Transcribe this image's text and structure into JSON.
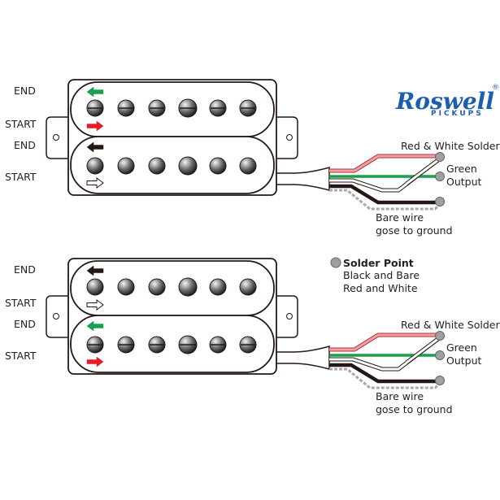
{
  "brand": {
    "name": "Roswell",
    "sub": "PICKUPS",
    "registered": "®",
    "color": "#1d5fae"
  },
  "pickups": [
    {
      "id": "top",
      "coil_labels": [
        "END",
        "START",
        "END",
        "START"
      ],
      "upper_coil": {
        "poles": "slotted",
        "end_arrow_color": "#1aa04a",
        "start_arrow_color": "#e51c24"
      },
      "lower_coil": {
        "poles": "round",
        "end_arrow_color": "#231815",
        "start_arrow_color": "#ffffff"
      },
      "wiring": {
        "red_white_label": "Red & White Solder",
        "green_label_1": "Green",
        "green_label_2": "Output",
        "bare_label_1": "Bare wire",
        "bare_label_2": "gose to ground"
      }
    },
    {
      "id": "bottom",
      "coil_labels": [
        "END",
        "START",
        "END",
        "START"
      ],
      "upper_coil": {
        "poles": "round",
        "end_arrow_color": "#231815",
        "start_arrow_color": "#ffffff"
      },
      "lower_coil": {
        "poles": "slotted",
        "end_arrow_color": "#1aa04a",
        "start_arrow_color": "#e51c24"
      },
      "wiring": {
        "red_white_label": "Red & White Solder",
        "green_label_1": "Green",
        "green_label_2": "Output",
        "bare_label_1": "Bare wire",
        "bare_label_2": "gose to ground"
      }
    }
  ],
  "legend": {
    "title": "Solder Point",
    "line1": "Black and Bare",
    "line2": "Red and White",
    "dot_color": "#a0a0a0"
  },
  "wire_colors": {
    "red": "#e8434a",
    "green": "#1aa04a",
    "black": "#231815",
    "bare": "#a8a8a8",
    "white": "#ffffff"
  }
}
